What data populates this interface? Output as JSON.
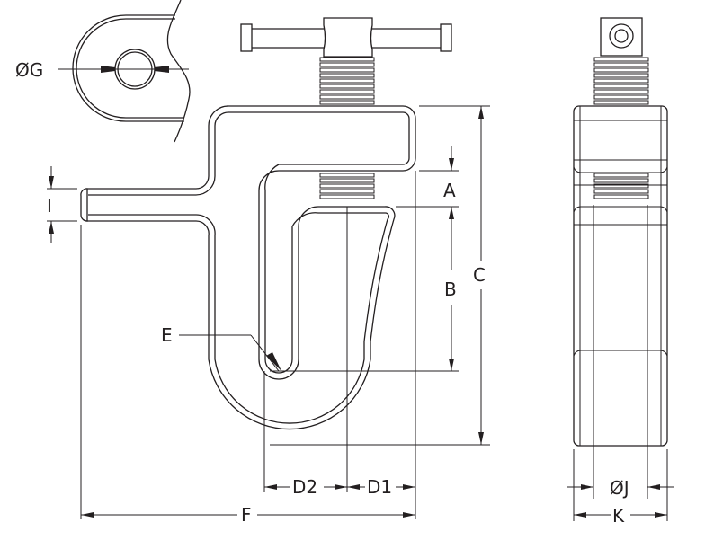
{
  "drawing": {
    "title": "Beam clamp dimension drawing",
    "line_color": "#231f20",
    "background": "#ffffff",
    "views": [
      "detail-eye-view",
      "front-view",
      "side-view"
    ]
  },
  "labels": {
    "G": "ØG",
    "I": "I",
    "A": "A",
    "B": "B",
    "C": "C",
    "E": "E",
    "D1": "D1",
    "D2": "D2",
    "F": "F",
    "J": "ØJ",
    "K": "K"
  }
}
